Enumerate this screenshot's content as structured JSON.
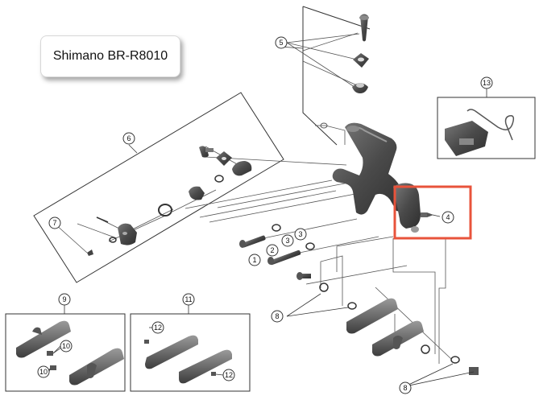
{
  "title": "Shimano BR-R8010",
  "highlight_color": "#e8533b",
  "callouts": {
    "c1": "1",
    "c2": "2",
    "c3a": "3",
    "c3b": "3",
    "c4": "4",
    "c5": "5",
    "c6": "6",
    "c7": "7",
    "c8a": "8",
    "c8b": "8",
    "c9": "9",
    "c10a": "10",
    "c10b": "10",
    "c11": "11",
    "c12a": "12",
    "c12b": "12",
    "c13": "13"
  }
}
